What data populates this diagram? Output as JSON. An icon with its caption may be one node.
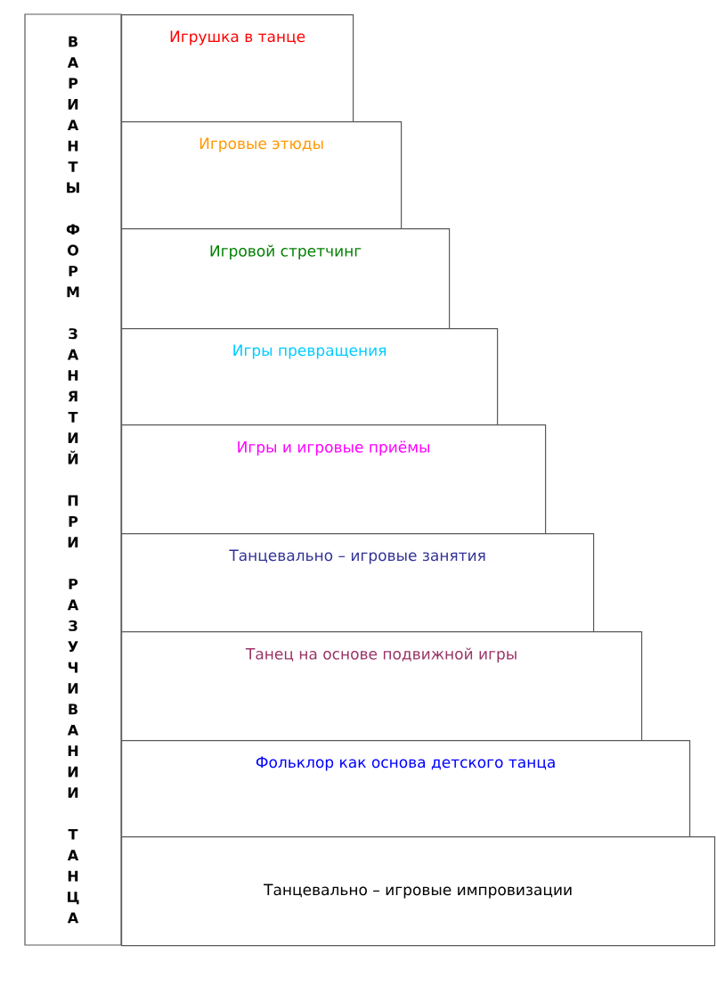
{
  "diagram": {
    "nodes": [
      {
        "text": [
          "ВАРИАНТЫ ФОРМ ЗАНЯТИЙ ПРИ РАЗУЧИВАНИИ ТАНЦА"
        ]
      },
      {
        "text": [
          "Игрушка в танце"
        ]
      },
      {
        "text": [
          "Игровые этюды"
        ]
      },
      {
        "text": [
          "Игровой стретчинг"
        ]
      },
      {
        "text": [
          "Игры превращения"
        ]
      },
      {
        "text": [
          "Игры и игровые приёмы"
        ]
      },
      {
        "text": [
          "Танцевально – игровые занятия"
        ]
      },
      {
        "text": [
          "Танец на основе подвижной игры"
        ]
      },
      {
        "text": [
          "Фольклор как основа детского танца"
        ]
      },
      {
        "text": [
          "Танцевально – игровые импровизации"
        ]
      }
    ]
  }
}
